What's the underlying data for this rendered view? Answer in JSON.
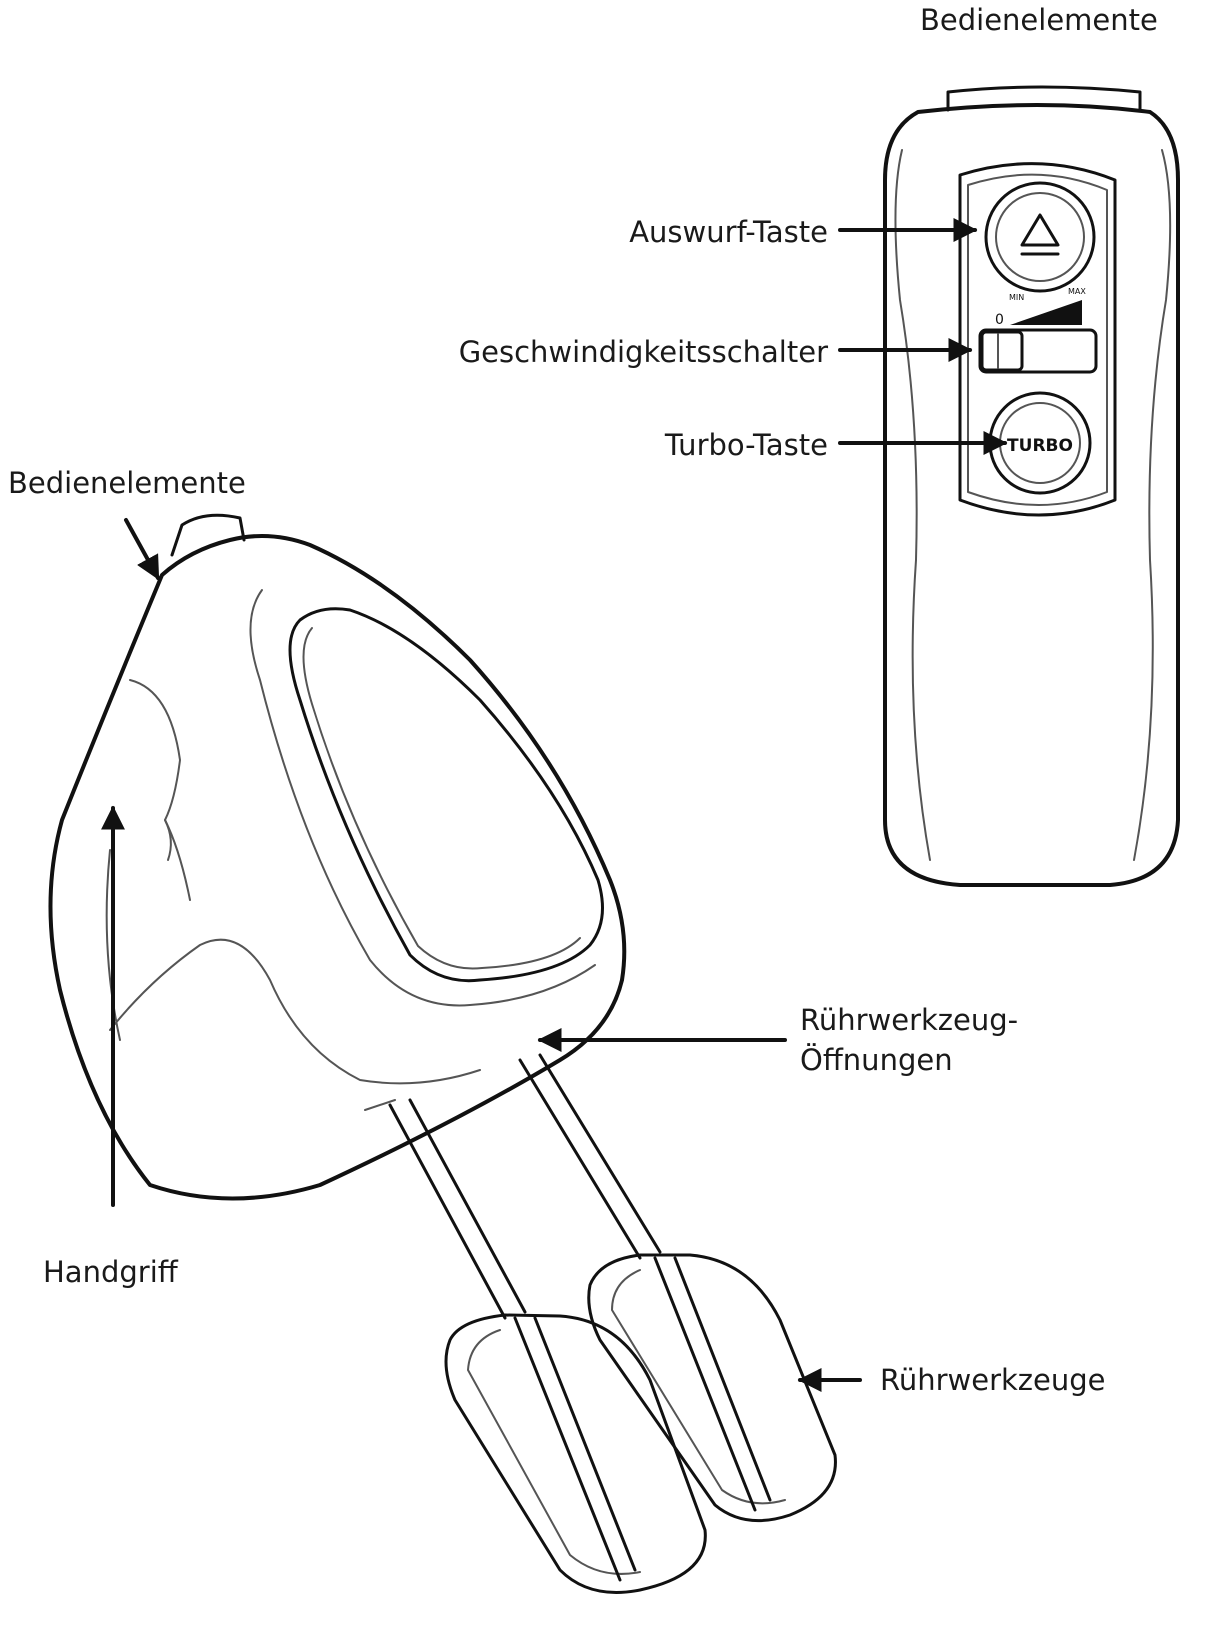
{
  "labels": {
    "controls_detail_title": "Bedienelemente",
    "eject_button": "Auswurf-Taste",
    "speed_switch": "Geschwindigkeitsschalter",
    "turbo_button": "Turbo-Taste",
    "controls": "Bedienelemente",
    "handle": "Handgriff",
    "beater_openings_line1": "Rührwerkzeug-",
    "beater_openings_line2": "Öffnungen",
    "beaters": "Rührwerkzeuge"
  },
  "device_markings": {
    "turbo": "TURBO",
    "speed_off": "0",
    "speed_min": "MIN",
    "speed_max": "MAX"
  }
}
